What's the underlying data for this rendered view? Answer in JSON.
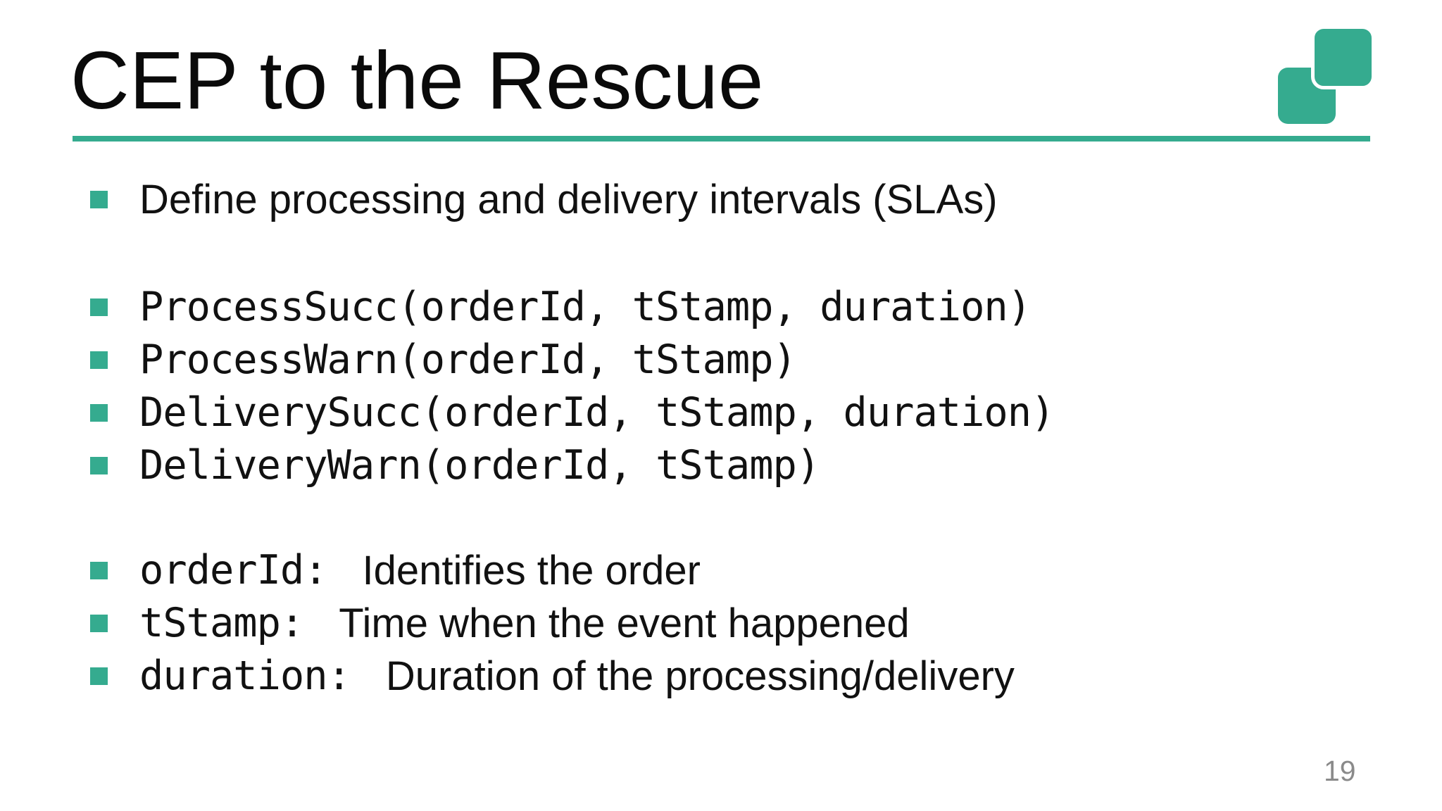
{
  "slide": {
    "title": "CEP to the Rescue",
    "accent_color": "#35AB8F",
    "page_number": "19",
    "logo": {
      "name": "two-overlapping-teal-squares",
      "color": "#35AB8F"
    },
    "bullets": [
      {
        "type": "sans",
        "text": "Define processing and delivery intervals (SLAs)"
      },
      {
        "type": "mono",
        "text": "ProcessSucc(orderId, tStamp, duration)"
      },
      {
        "type": "mono",
        "text": "ProcessWarn(orderId, tStamp)"
      },
      {
        "type": "mono",
        "text": "DeliverySucc(orderId, tStamp, duration)"
      },
      {
        "type": "mono",
        "text": "DeliveryWarn(orderId, tStamp)"
      },
      {
        "type": "mixed",
        "code": "orderId:",
        "text": "Identifies the order"
      },
      {
        "type": "mixed",
        "code": "tStamp:",
        "text": "Time when the event happened"
      },
      {
        "type": "mixed",
        "code": "duration:",
        "text": "Duration of the processing/delivery"
      }
    ]
  }
}
